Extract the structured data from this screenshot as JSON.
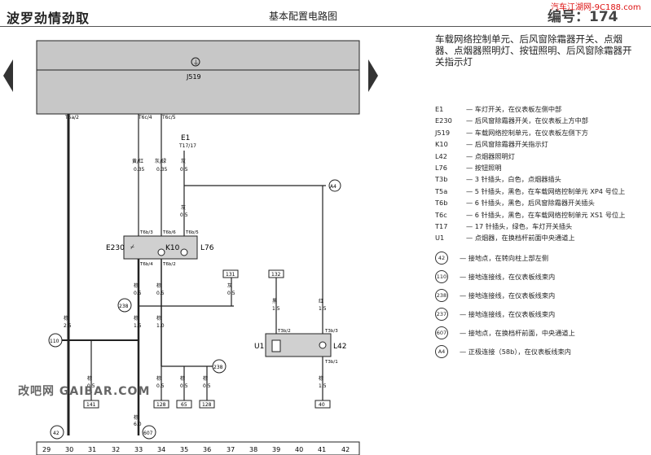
{
  "header": {
    "model": "波罗劲情劲取",
    "title": "基本配置电路图",
    "number": "编号：174",
    "watermark": "汽车江湖网-9C188.com"
  },
  "description": "车载网络控制单元、后风窗除霜器开关、点烟器、点烟器照明灯、按钮照明、后风窗除霜器开关指示灯",
  "legend": [
    {
      "code": "E1",
      "text": "— 车灯开关，在仪表板左侧中部"
    },
    {
      "code": "E230",
      "text": "— 后风窗除霜器开关，在仪表板上方中部"
    },
    {
      "code": "J519",
      "text": "— 车载网络控制单元，在仪表板左侧下方"
    },
    {
      "code": "K10",
      "text": "— 后风窗除霜器开关指示灯"
    },
    {
      "code": "L42",
      "text": "— 点烟器照明灯"
    },
    {
      "code": "L76",
      "text": "— 按钮照明"
    },
    {
      "code": "T3b",
      "text": "— 3 针插头，白色，点烟器插头"
    },
    {
      "code": "T5a",
      "text": "— 5 针插头，黑色，在车载网络控制单元 XP4 号位上"
    },
    {
      "code": "T6b",
      "text": "— 6 针插头，黑色，后风窗除霜器开关插头"
    },
    {
      "code": "T6c",
      "text": "— 6 针插头，黑色，在车载网络控制单元 XS1 号位上"
    },
    {
      "code": "T17",
      "text": "— 17 针插头，绿色，车灯开关插头"
    },
    {
      "code": "U1",
      "text": "— 点烟器，在换档杆前面中央通道上"
    }
  ],
  "legend_circles": [
    {
      "code": "42",
      "text": "— 接地点，在转向柱上部左侧"
    },
    {
      "code": "110",
      "text": "— 接地连接线，在仪表板线束内"
    },
    {
      "code": "238",
      "text": "— 接地连接线，在仪表板线束内"
    },
    {
      "code": "237",
      "text": "— 接地连接线，在仪表板线束内"
    },
    {
      "code": "607",
      "text": "— 接地点，在换档杆前面，中央通道上"
    },
    {
      "code": "A4",
      "text": "— 正极连接（58b），在仪表板线束内"
    }
  ],
  "diagram": {
    "j519_label": "J519",
    "e1_label": "E1",
    "e1_pin": "T17/17",
    "e230": "E230",
    "k10": "K10",
    "l76": "L76",
    "u1": "U1",
    "l42": "L42",
    "pins": {
      "t5a2": "T5a/2",
      "t6c4": "T6c/4",
      "t6c5": "T6c/5",
      "t6b3": "T6b/3",
      "t6b6": "T6b/6",
      "t6b5": "T6b/5",
      "t6b4": "T6b/4",
      "t6b2": "T6b/2",
      "t3b2": "T3b/2",
      "t3b3": "T3b/3",
      "t3b1": "T3b/1"
    },
    "wires": {
      "w1": "黄/红",
      "w1s": "0.35",
      "w2": "灰/绿",
      "w2s": "0.35",
      "w3": "灰",
      "w3s": "0.5",
      "w4": "灰",
      "w4s": "0.5",
      "w5": "棕",
      "w5s": "0.5",
      "w6": "棕",
      "w6s": "0.5",
      "w7": "棕",
      "w7s": "2.5",
      "w8": "棕",
      "w8s": "1.5",
      "w9": "棕",
      "w9s": "1.0",
      "w10": "灰",
      "w10s": "0.5",
      "w11": "黑",
      "w11s": "1.5",
      "w12": "红",
      "w12s": "1.5",
      "w13": "棕",
      "w13s": "1.5",
      "w14": "棕",
      "w14s": "6.0",
      "w15": "棕",
      "w15s": "0.5",
      "w16": "棕",
      "w16s": "0.5",
      "w17": "棕",
      "w17s": "0.5",
      "w18": "棕",
      "w18s": "0.5"
    },
    "refs": {
      "r131": "131",
      "r132": "132",
      "r141": "141",
      "r128a": "128",
      "r65": "65",
      "r128b": "128",
      "r40": "40"
    },
    "nodes": {
      "a4": "A4",
      "g238a": "238",
      "g110": "110",
      "g238b": "238",
      "g42": "42",
      "g607": "607"
    },
    "columns": [
      "29",
      "30",
      "31",
      "32",
      "33",
      "34",
      "35",
      "36",
      "37",
      "38",
      "39",
      "40",
      "41",
      "42"
    ],
    "gaibar": "改吧网 GAIBAR.COM"
  },
  "colors": {
    "panel": "#c7c7c7",
    "line": "#222222",
    "component": "#d0d0d0"
  }
}
